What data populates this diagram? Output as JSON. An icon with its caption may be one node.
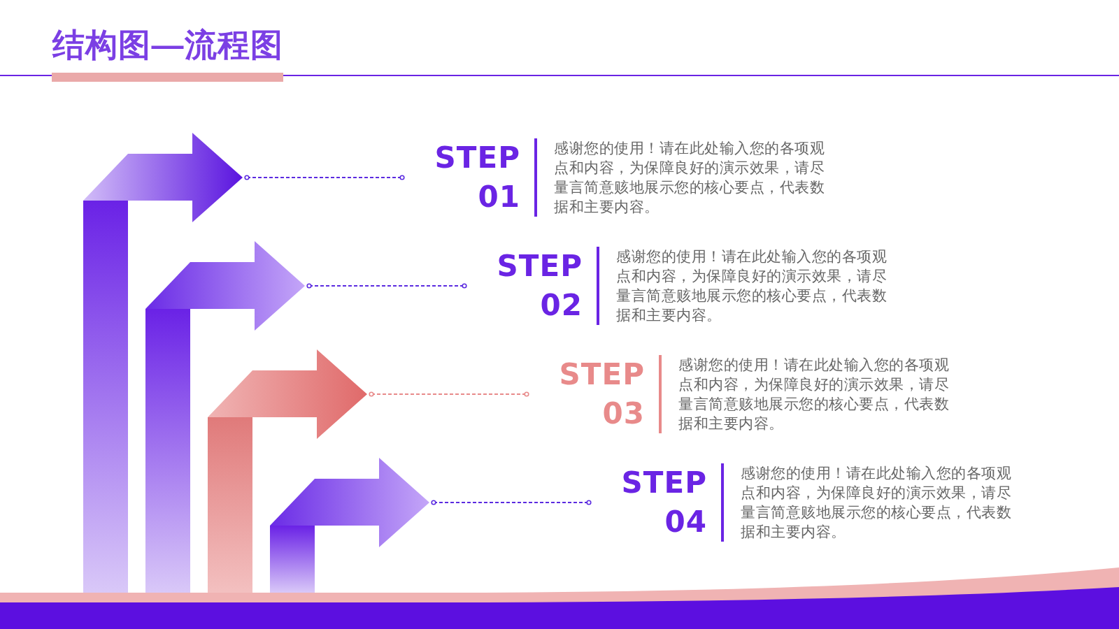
{
  "diagram": {
    "title": "结构图—流程图",
    "nodes": [
      {
        "text": [],
        "shape": "arrow"
      },
      {
        "text": [
          "STEP 01",
          "感谢您的使用！请在此处输入您的各项观点和内容，为保障良好的演示效果，请尽量言简意赅地展示您的核心要点，代表数据和主要内容。"
        ]
      },
      {
        "text": [],
        "shape": "arrow"
      },
      {
        "text": [
          "STEP 02",
          "感谢您的使用！请在此处输入您的各项观点和内容，为保障良好的演示效果，请尽量言简意赅地展示您的核心要点，代表数据和主要内容。"
        ]
      },
      {
        "text": [],
        "shape": "arrow"
      },
      {
        "text": [
          "STEP 03",
          "感谢您的使用！请在此处输入您的各项观点和内容，为保障良好的演示效果，请尽量言简意赅地展示您的核心要点，代表数据和主要内容。"
        ]
      },
      {
        "text": [],
        "shape": "arrow"
      },
      {
        "text": [
          "STEP 04",
          "感谢您的使用！请在此处输入您的各项观点和内容，为保障良好的演示效果，请尽量言简意赅地展示您的核心要点，代表数据和主要内容。"
        ]
      }
    ],
    "edges": [
      {
        "from": 0,
        "to": 1,
        "arrow": "other",
        "style": "dashed"
      },
      {
        "from": 2,
        "to": 3,
        "arrow": "other",
        "style": "dashed"
      },
      {
        "from": 4,
        "to": 5,
        "arrow": "other",
        "style": "dashed",
        "color": "#e88a8a"
      },
      {
        "from": 6,
        "to": 7,
        "arrow": "other",
        "style": "dashed"
      }
    ]
  }
}
